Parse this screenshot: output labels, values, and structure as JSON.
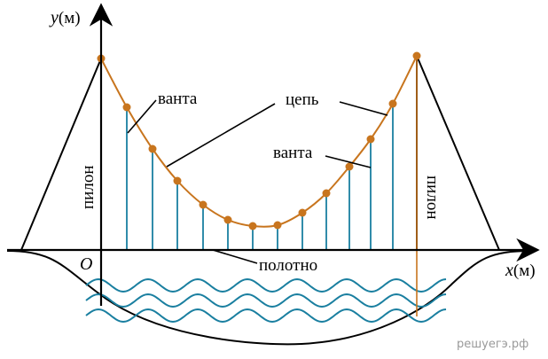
{
  "axes": {
    "y_var": "y",
    "y_unit": "(м)",
    "x_var": "x",
    "x_unit": "(м)",
    "origin": "O"
  },
  "labels": {
    "vanta_left": "ванта",
    "chain": "цепь",
    "vanta_right": "ванта",
    "pylon_left": "пилон",
    "pylon_right": "пилон",
    "deck": "полотно"
  },
  "watermark": "решуегэ.рф",
  "colors": {
    "chain": "#c8751e",
    "cable": "#1a7fa0",
    "water": "#1a7fa0",
    "pylon_line": "#c8751e",
    "outline": "#000000"
  }
}
